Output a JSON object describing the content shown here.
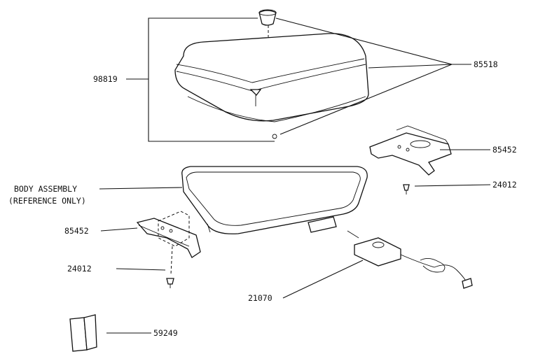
{
  "labels": {
    "lid_assembly": "98819",
    "lid": "85518",
    "handle_right": "85452",
    "screw_right": "24012",
    "body_assembly_line1": "BODY ASSEMBLY",
    "body_assembly_line2": "(REFERENCE ONLY)",
    "handle_left": "85452",
    "screw_left": "24012",
    "control": "21070",
    "manual": "59249"
  }
}
